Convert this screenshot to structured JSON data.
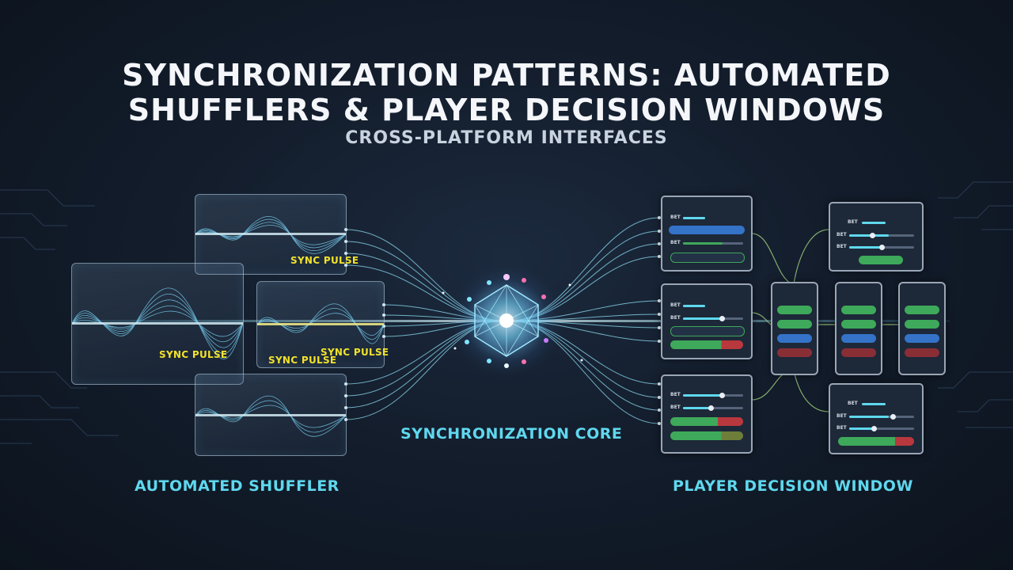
{
  "header": {
    "title_line1": "SYNCHRONIZATION PATTERNS: AUTOMATED",
    "title_line2": "SHUFFLERS & PLAYER DECISION WINDOWS",
    "subtitle": "CROSS-PLATFORM INTERFACES"
  },
  "shuffler": {
    "label": "AUTOMATED SHUFFLER",
    "pulse_label": "SYNC PULSE"
  },
  "core": {
    "label": "SYNCHRONIZATION CORE"
  },
  "decision": {
    "label": "PLAYER DECISION WINDOW",
    "row_bet": "BET"
  },
  "colors": {
    "accent_cyan": "#5fd8ee",
    "pulse_yellow": "#f2e22a",
    "button_green": "#3ea95a",
    "button_blue": "#3473c8",
    "button_red": "#b8383e"
  }
}
